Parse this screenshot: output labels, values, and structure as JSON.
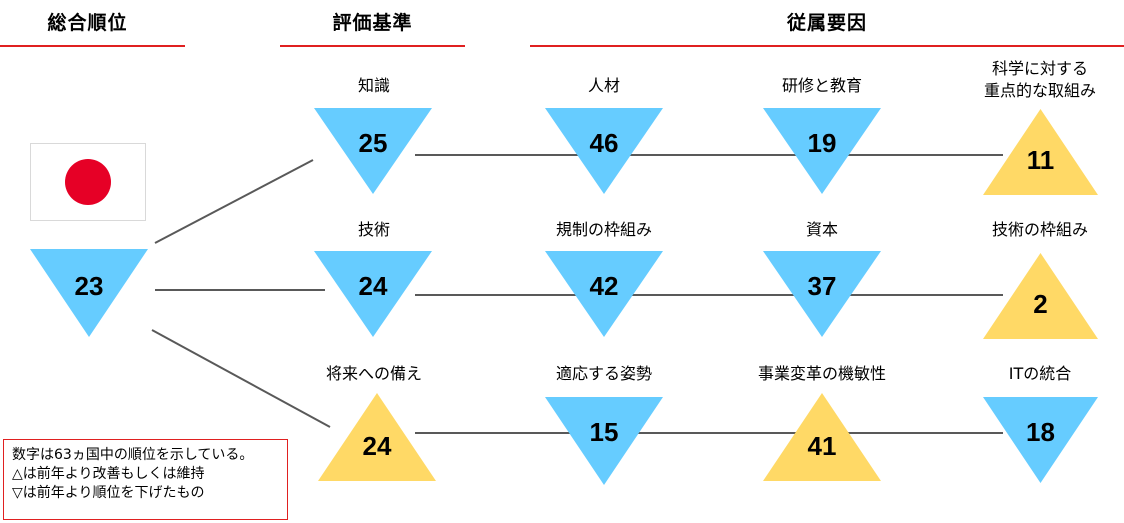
{
  "colors": {
    "accent_red": "#e02020",
    "down_blue": "#66ccff",
    "up_yellow": "#ffd966",
    "connector_gray": "#595959",
    "flag_red": "#e60026"
  },
  "headers": {
    "overall": "総合順位",
    "criteria": "評価基準",
    "factors": "従属要因"
  },
  "overall": {
    "rank": "23",
    "trend": "down",
    "flag": "japan-flag"
  },
  "rows": [
    {
      "criterion": {
        "label": "知識",
        "rank": "25",
        "trend": "down"
      },
      "factors": [
        {
          "label": "人材",
          "rank": "46",
          "trend": "down"
        },
        {
          "label": "研修と教育",
          "rank": "19",
          "trend": "down"
        },
        {
          "label_line1": "科学に対する",
          "label_line2": "重点的な取組み",
          "rank": "11",
          "trend": "up"
        }
      ]
    },
    {
      "criterion": {
        "label": "技術",
        "rank": "24",
        "trend": "down"
      },
      "factors": [
        {
          "label": "規制の枠組み",
          "rank": "42",
          "trend": "down"
        },
        {
          "label": "資本",
          "rank": "37",
          "trend": "down"
        },
        {
          "label": "技術の枠組み",
          "rank": "2",
          "trend": "up"
        }
      ]
    },
    {
      "criterion": {
        "label": "将来への備え",
        "rank": "24",
        "trend": "up"
      },
      "factors": [
        {
          "label": "適応する姿勢",
          "rank": "15",
          "trend": "down"
        },
        {
          "label": "事業変革の機敏性",
          "rank": "41",
          "trend": "up"
        },
        {
          "label": "ITの統合",
          "rank": "18",
          "trend": "down"
        }
      ]
    }
  ],
  "legend": {
    "line1": "数字は63ヵ国中の順位を示している。",
    "line2": "△は前年より改善もしくは維持",
    "line3": "▽は前年より順位を下げたもの"
  }
}
